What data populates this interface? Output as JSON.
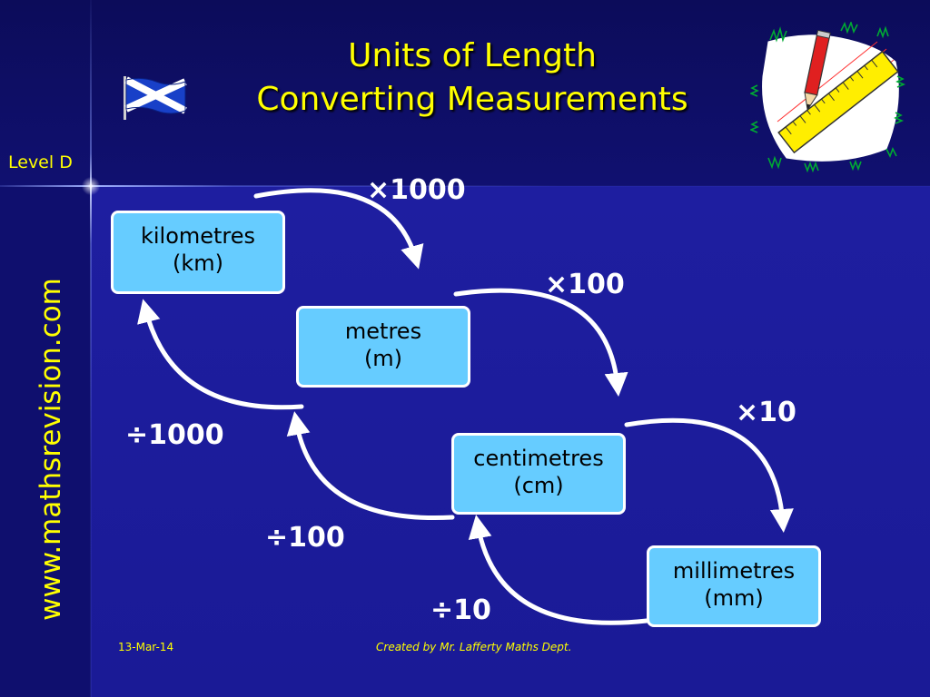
{
  "slide": {
    "title_line1": "Units of Length",
    "title_line2": "Converting Measurements",
    "level": "Level D",
    "website": "www.mathsrevision.com",
    "date": "13-Mar-14",
    "credit": "Created by Mr. Lafferty Maths Dept."
  },
  "units": [
    {
      "name": "kilometres",
      "abbr": "(km)"
    },
    {
      "name": "metres",
      "abbr": "(m)"
    },
    {
      "name": "centimetres",
      "abbr": "(cm)"
    },
    {
      "name": "millimetres",
      "abbr": "(mm)"
    }
  ],
  "multiply": [
    "×1000",
    "×100",
    "×10"
  ],
  "divide": [
    "÷1000",
    "÷100",
    "÷10"
  ],
  "icons": {
    "flag": "scottish-saltire-flag-icon",
    "clipart": "pencil-ruler-icon"
  },
  "colors": {
    "background": "#1a1a8c",
    "title": "#ffff00",
    "box_fill": "#66ccff",
    "box_border": "#ffffff",
    "arrow": "#ffffff"
  }
}
